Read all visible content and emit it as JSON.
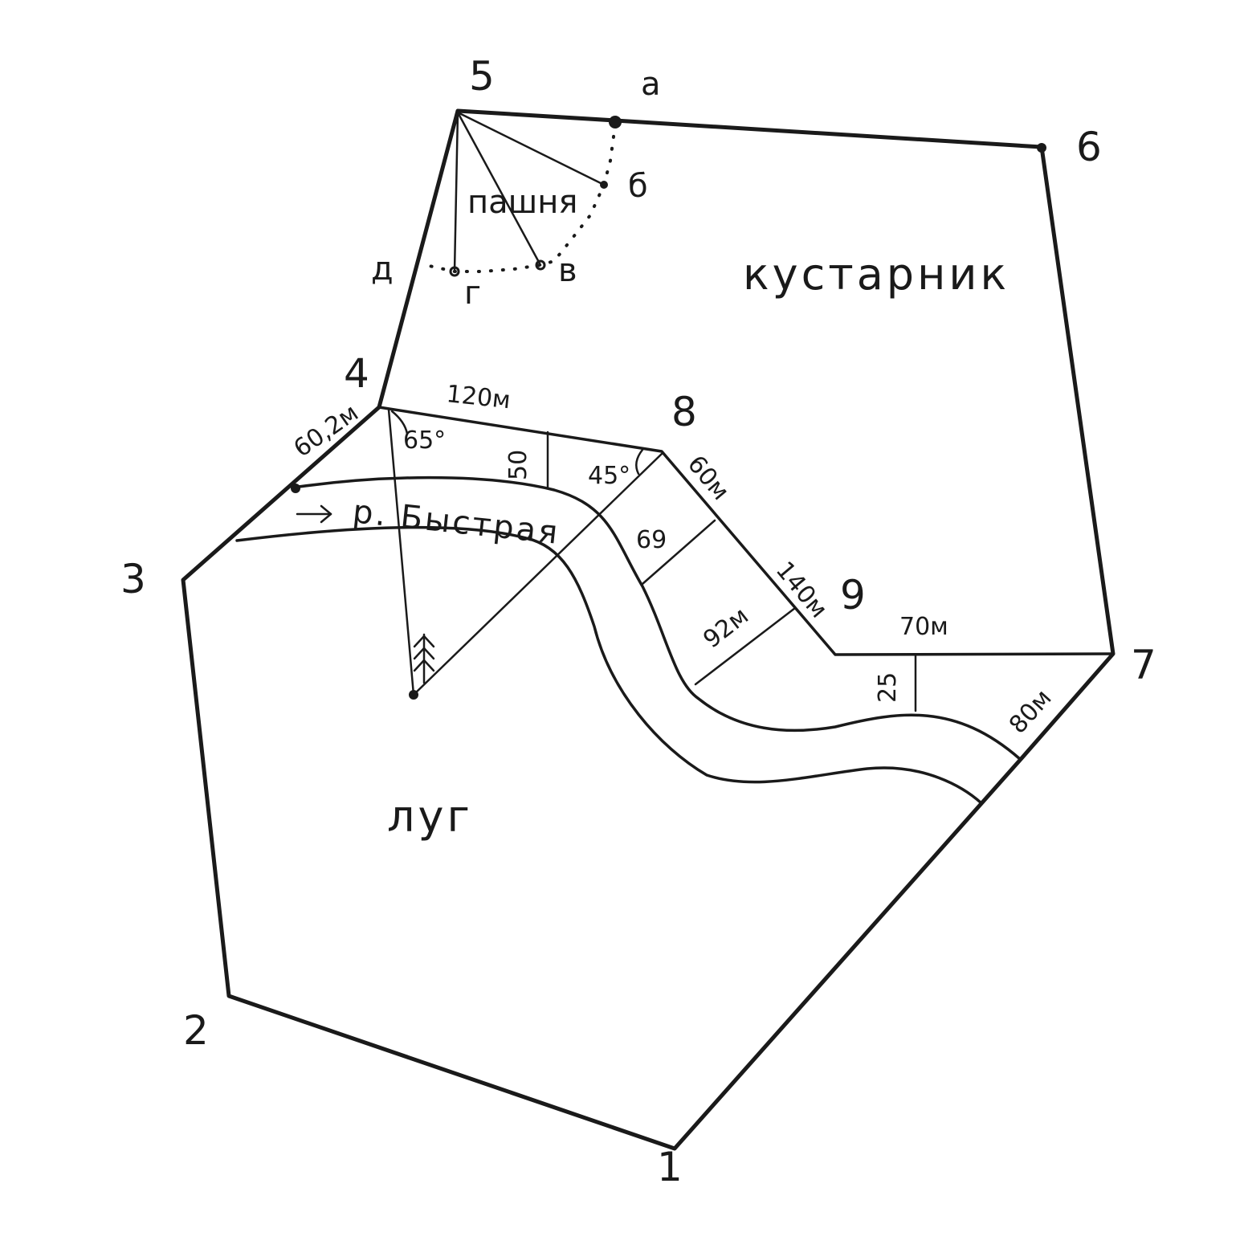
{
  "points": {
    "p1": "1",
    "p2": "2",
    "p3": "3",
    "p4": "4",
    "p5": "5",
    "p6": "6",
    "p7": "7",
    "p8": "8",
    "p9": "9"
  },
  "aux_points": {
    "a": "а",
    "b": "б",
    "v": "в",
    "g": "г",
    "d": "д"
  },
  "areas": {
    "arable": "пашня",
    "shrub": "кустарник",
    "meadow": "луг"
  },
  "river": {
    "name": "р. Быстрая",
    "flow_arrow": "→"
  },
  "measurements": {
    "m_4_8": "120м",
    "m_3_4": "60,2м",
    "m_8_9a": "60м",
    "m_8_9b": "140м",
    "m_9_7": "70м",
    "m_7_1": "80м",
    "off_50": "50",
    "off_69": "69",
    "off_92": "92м",
    "off_25": "25",
    "angle_65": "65°",
    "angle_45": "45°"
  },
  "icons": {
    "tree": "conifer-icon",
    "flow": "arrow-right-icon"
  },
  "colors": {
    "ink": "#1a1a1a",
    "paper": "#ffffff"
  }
}
